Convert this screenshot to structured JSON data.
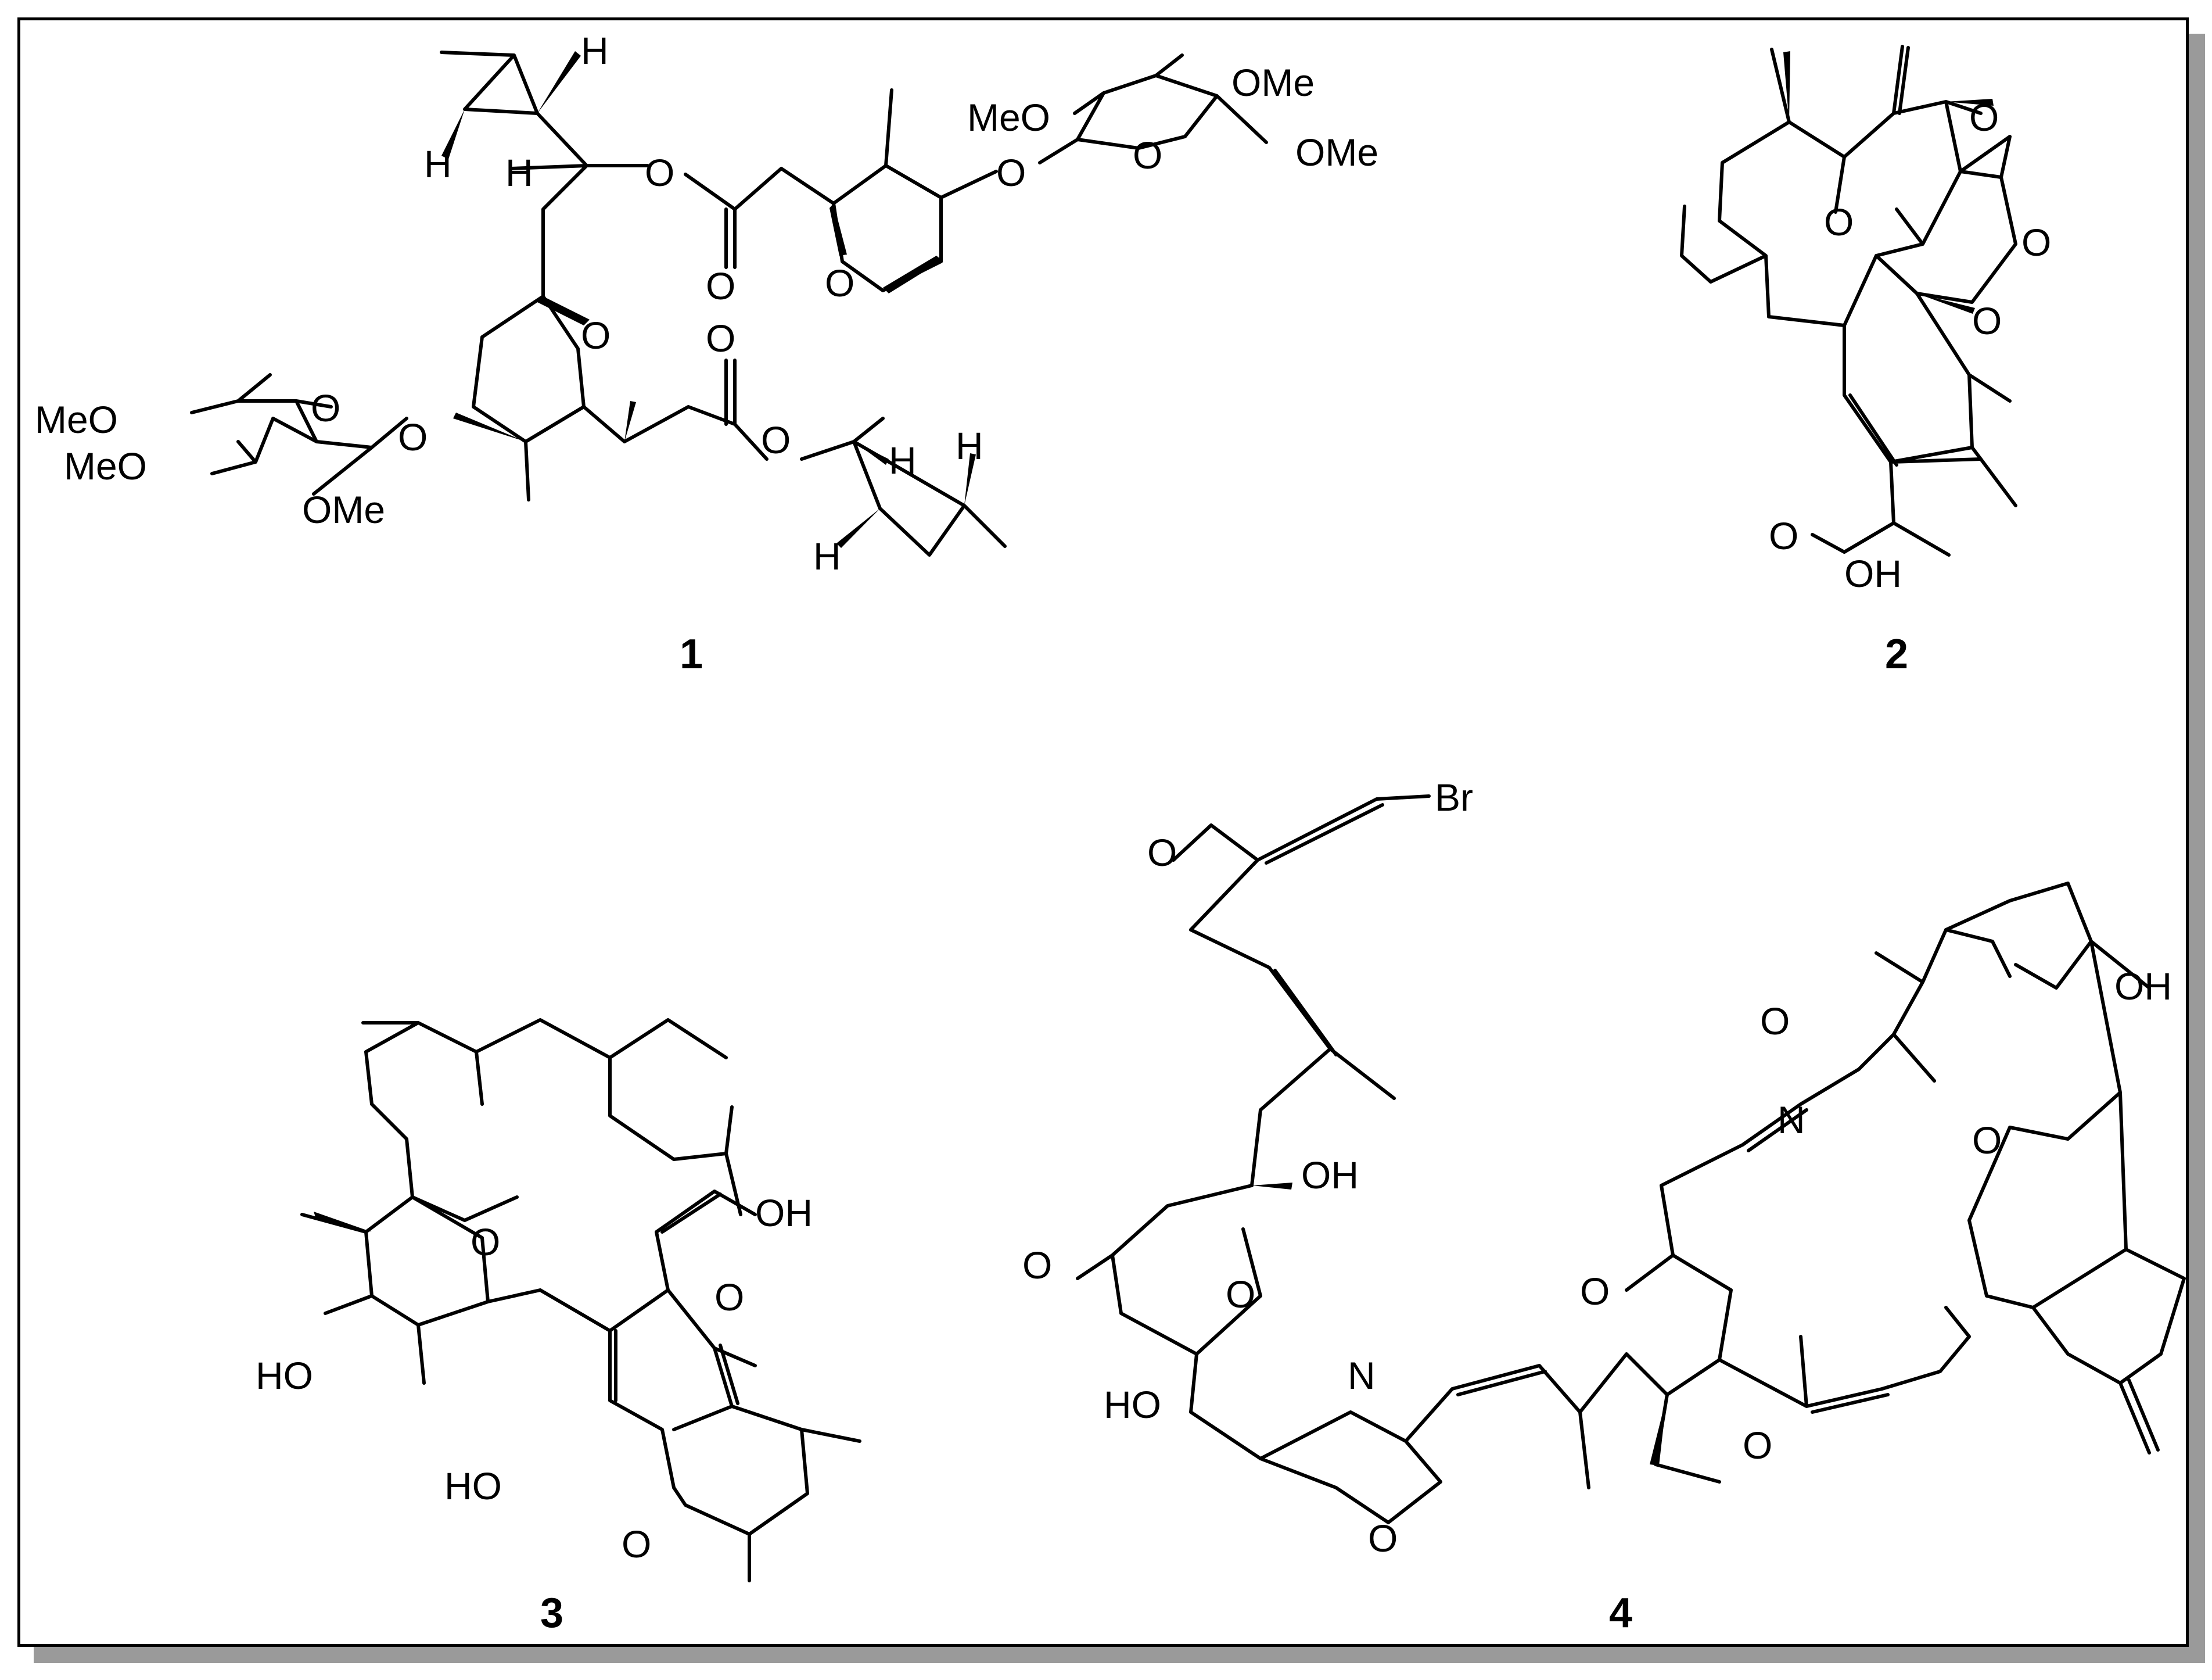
{
  "compounds": [
    {
      "id": "1",
      "atom_labels": [
        "H",
        "H",
        "H",
        "O",
        "O",
        "O",
        "MeO",
        "OMe",
        "OMe",
        "O",
        "O",
        "O",
        "O",
        "O",
        "MeO",
        "MeO",
        "OMe",
        "O",
        "O",
        "O",
        "H",
        "H",
        "H"
      ]
    },
    {
      "id": "2",
      "atom_labels": [
        "O",
        "O",
        "O",
        "O",
        "O",
        "OH"
      ]
    },
    {
      "id": "3",
      "atom_labels": [
        "OH",
        "O",
        "O",
        "HO",
        "HO",
        "O"
      ]
    },
    {
      "id": "4",
      "atom_labels": [
        "Br",
        "O",
        "OH",
        "O",
        "HO",
        "N",
        "O",
        "O",
        "N",
        "OH",
        "O",
        "O",
        "O",
        "O"
      ]
    }
  ],
  "colors": {
    "ink": "#000000",
    "frame_shadow": "#9a9a9a",
    "background": "#ffffff"
  }
}
